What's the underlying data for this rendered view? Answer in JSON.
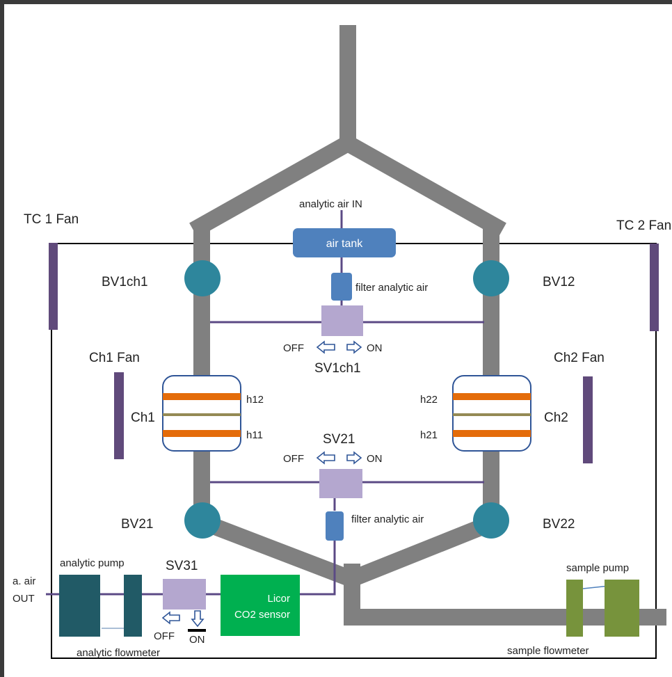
{
  "labels": {
    "tc1_fan": "TC 1 Fan",
    "tc2_fan": "TC 2 Fan",
    "analytic_air_in": "analytic air IN",
    "air_tank": "air tank",
    "filter_top": "filter analytic air",
    "filter_bottom": "filter analytic air",
    "bv1ch1": "BV1ch1",
    "bv12": "BV12",
    "bv21": "BV21",
    "bv22": "BV22",
    "sv1ch1": "SV1ch1",
    "sv21": "SV21",
    "sv31": "SV31",
    "sv1_off": "OFF",
    "sv1_on": "ON",
    "sv21_off": "OFF",
    "sv21_on": "ON",
    "sv31_off": "OFF",
    "sv31_on": "ON",
    "ch1_fan": "Ch1 Fan",
    "ch2_fan": "Ch2 Fan",
    "ch1": "Ch1",
    "ch2": "Ch2",
    "h12": "h12",
    "h11": "h11",
    "h22": "h22",
    "h21": "h21",
    "air_out_1": "a. air",
    "air_out_2": "OUT",
    "analytic_pump": "analytic pump",
    "analytic_flowmeter": "analytic flowmeter",
    "licor_1": "Licor",
    "licor_2": "CO2 sensor",
    "sample_pump": "sample pump",
    "sample_flowmeter": "sample flowmeter"
  },
  "colors": {
    "pipe": "#808080",
    "line_purple": "#5b4a85",
    "valve_teal": "#2e869c",
    "tank_blue": "#4f81bd",
    "solenoid_lilac": "#b4a7cf",
    "heater_orange": "#e46c0a",
    "heater_olive": "#948a54",
    "pump_dark_teal": "#215a66",
    "licor_green": "#00b050",
    "sample_green": "#77933c",
    "fan_purple": "#604a7b"
  }
}
